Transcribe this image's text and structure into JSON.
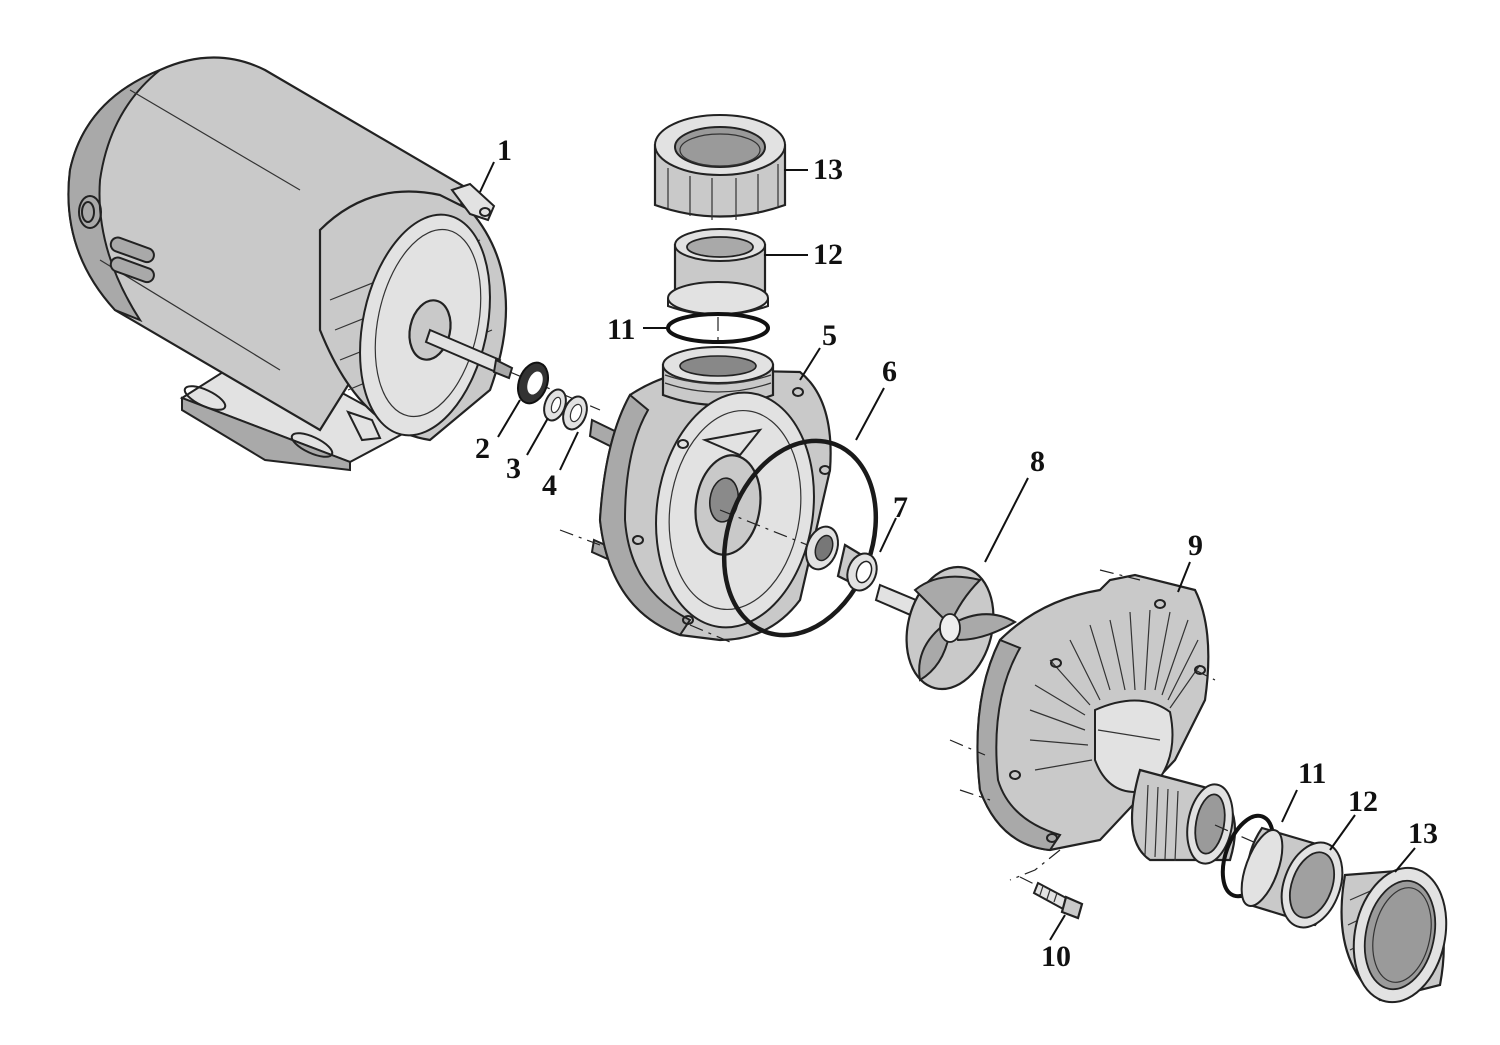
{
  "callouts": {
    "motor": "1",
    "seal_washer": "2",
    "washer_3": "3",
    "washer_4": "4",
    "pump_volute": "5",
    "o_ring_large": "6",
    "shaft_seal": "7",
    "impeller": "8",
    "front_housing": "9",
    "bolt": "10",
    "o_ring_top": "11",
    "tailpiece_top": "12",
    "union_nut_top": "13",
    "o_ring_side": "11",
    "tailpiece_side": "12",
    "union_nut_side": "13"
  },
  "colors": {
    "part_fill": "#c9c9c9",
    "outline": "#222222",
    "background": "#ffffff"
  }
}
